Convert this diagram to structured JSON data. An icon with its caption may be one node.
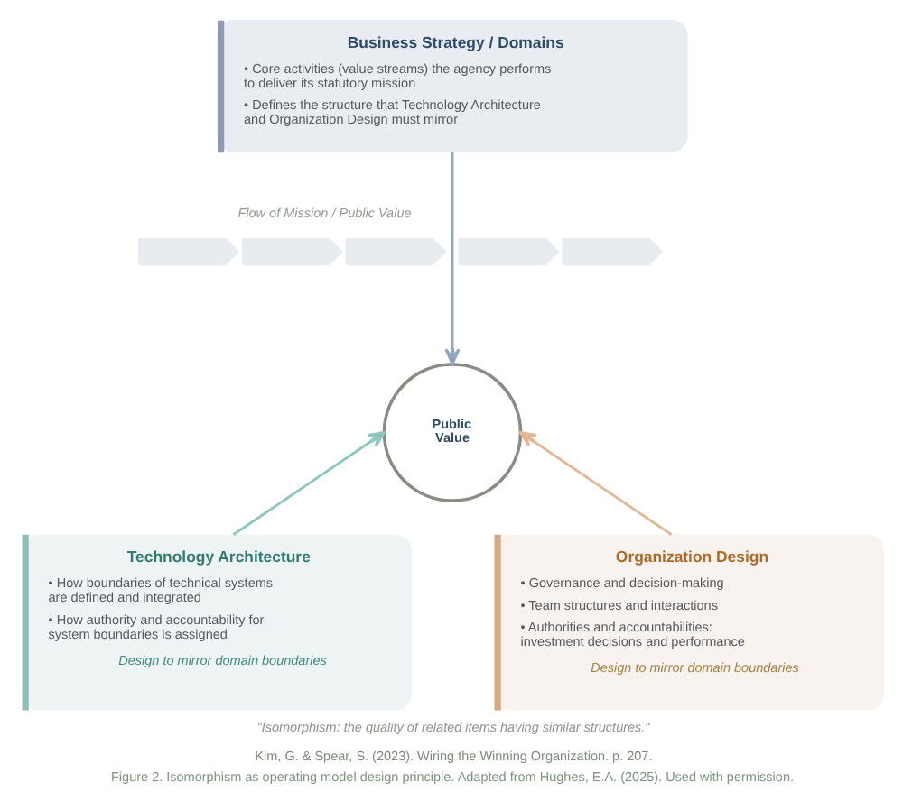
{
  "diagram": {
    "caption": "Figure 2. Isomorphism as operating model design principle. Adapted from Hughes, E.A. (2025). Used with permission.",
    "nodes": [
      {
        "text": [
          "Business Strategy / Domains",
          "• Core activities (value streams) the agency performs to deliver its statutory mission",
          "• Defines the structure that Technology Architecture and Organization Design must mirror"
        ]
      },
      {
        "text": [],
        "shape": "chevron"
      },
      {
        "text": [],
        "shape": "chevron"
      },
      {
        "text": [],
        "shape": "chevron"
      },
      {
        "text": [],
        "shape": "chevron"
      },
      {
        "text": [],
        "shape": "chevron"
      },
      {
        "text": [
          "Public Value"
        ]
      },
      {
        "text": [
          "Technology Architecture",
          "• How boundaries of technical systems are defined and integrated",
          "• How authority and accountability for system boundaries is assigned",
          "Design to mirror domain boundaries"
        ]
      },
      {
        "text": [
          "Organization Design",
          "• Governance and decision-making",
          "• Team structures and interactions",
          "• Authorities and accountabilities: investment decisions and performance",
          "Design to mirror domain boundaries"
        ]
      }
    ],
    "edges": [
      {
        "from": 0,
        "to": 6,
        "arrow": "to",
        "color": "#94a7bf"
      },
      {
        "from": 7,
        "to": 6,
        "arrow": "to",
        "color": "#8cc8c0"
      },
      {
        "from": 8,
        "to": 6,
        "arrow": "to",
        "color": "#e4b894"
      }
    ],
    "labels": [
      "Flow of Mission / Public Value",
      "\"Isomorphism: the quality of related items having similar structures.\"",
      "Kim, G. & Spear, S. (2023). Wiring the Winning Organization. p. 207."
    ]
  }
}
